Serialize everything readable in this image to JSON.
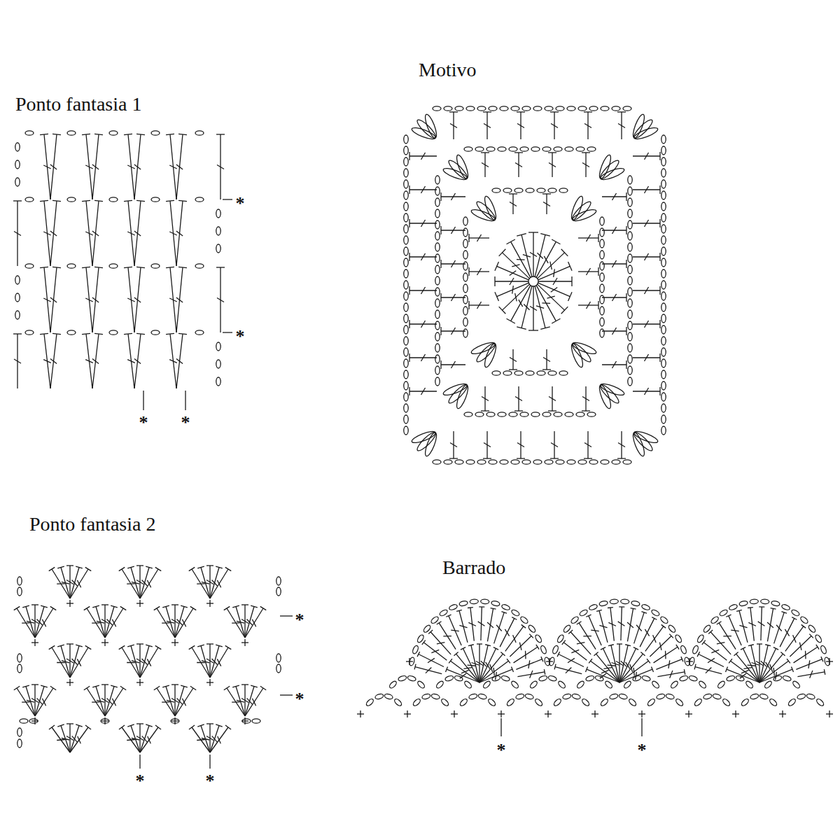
{
  "diagram": {
    "labels": [
      "Motivo",
      "Ponto fantasia 1",
      "*",
      "*",
      "*",
      "*",
      "Ponto fantasia 2",
      "*",
      "*",
      "*",
      "*",
      "Barrado",
      "*",
      "*"
    ]
  }
}
